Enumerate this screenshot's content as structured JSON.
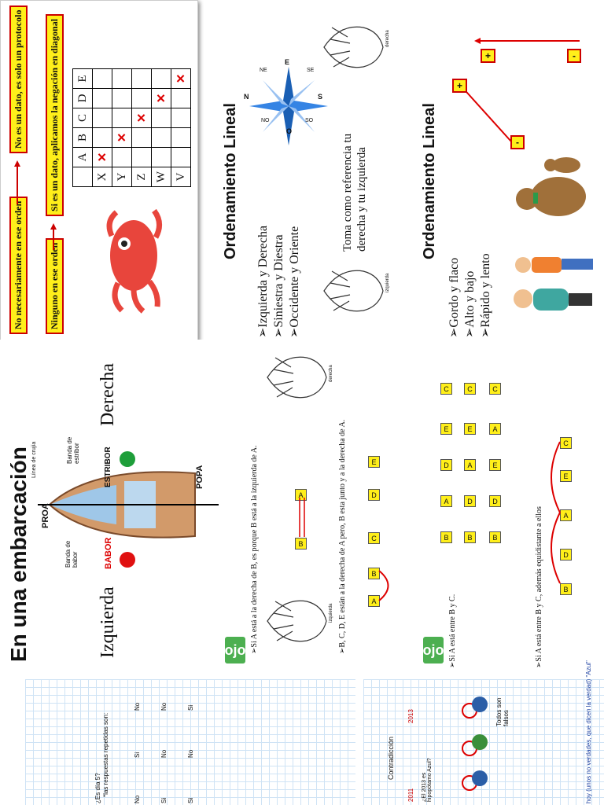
{
  "slide_proto": {
    "box_not_necessary": "No necesariamente en ese orden",
    "box_not_data": "No es un dato, es solo un protocolo",
    "box_none": "Ninguno en ese orden",
    "box_is_data": "Si es un dato, aplicamos la negación en diagonal",
    "grid_cols": [
      "A",
      "B",
      "C",
      "D",
      "E"
    ],
    "grid_rows": [
      "X",
      "Y",
      "Z",
      "W",
      "V"
    ]
  },
  "slide_lineal1": {
    "title": "Ordenamiento Lineal",
    "items": [
      "➢Izquierda y Derecha",
      "➢Siniestra y Diestra",
      "➢Occidente y Oriente"
    ],
    "note_line1": "Toma como referencia tu",
    "note_line2": "derecha y tu izquierda",
    "hand_left": "izquierda",
    "hand_right": "derecha",
    "compass": {
      "n": "N",
      "ne": "NE",
      "e": "E",
      "se": "SE",
      "s": "S",
      "so": "SO",
      "o": "O",
      "no": "NO"
    }
  },
  "slide_lineal2": {
    "title": "Ordenamiento Lineal",
    "items": [
      "➢Gordo y flaco",
      "➢Alto y bajo",
      "➢Rápido y lento"
    ],
    "plus": "+",
    "minus": "-"
  },
  "slide_boat": {
    "title": "En una embarcación",
    "left": "Izquierda",
    "right": "Derecha",
    "proa": "PROA",
    "popa": "POPA",
    "babor": "BABOR",
    "estribor": "ESTRIBOR",
    "banda_babor": "Banda de babor",
    "banda_estribor": "Banda de estribor",
    "linea": "Línea de crujía"
  },
  "slide_ojo1": {
    "ojo": "ojo",
    "line1": "➢Si A está a la derecha de B, es porque B está a la izquierda  de A.",
    "line2": "➢B, C, D, E están a la derecha de A pero, B esta junto y a la derecha de A.",
    "hand_left": "izquierda",
    "hand_right": "derecha",
    "row": [
      "A",
      "B",
      "C",
      "D",
      "E"
    ]
  },
  "slide_ojo2": {
    "ojo": "ojo",
    "line1": "➢Si A está entre B y C.",
    "line2": "➢Si A está entre B y C, además equidistante a ellos",
    "rows": [
      [
        "B",
        "A",
        "D",
        "E",
        "C"
      ],
      [
        "B",
        "D",
        "A",
        "E",
        "C"
      ],
      [
        "B",
        "D",
        "E",
        "A",
        "C"
      ]
    ],
    "row_final": [
      "B",
      "D",
      "A",
      "E",
      "C"
    ]
  },
  "notes1": {
    "header": "*las respuestas repetidas son:",
    "col1": "¿Es día 5?",
    "r1": [
      "No",
      "Si",
      "No"
    ],
    "r2": [
      "Si",
      "No",
      "No"
    ],
    "r3": [
      "Si",
      "No",
      "Si"
    ]
  },
  "notes2": {
    "header": "Contradicción",
    "year1": "2011",
    "year2": "2013",
    "q": "¿El 2013 es hipopótamo Azul?",
    "todos": "Todos son falsos",
    "footer": "hoy (unos no verdades, que dicen la verdad) \"Azul\""
  }
}
